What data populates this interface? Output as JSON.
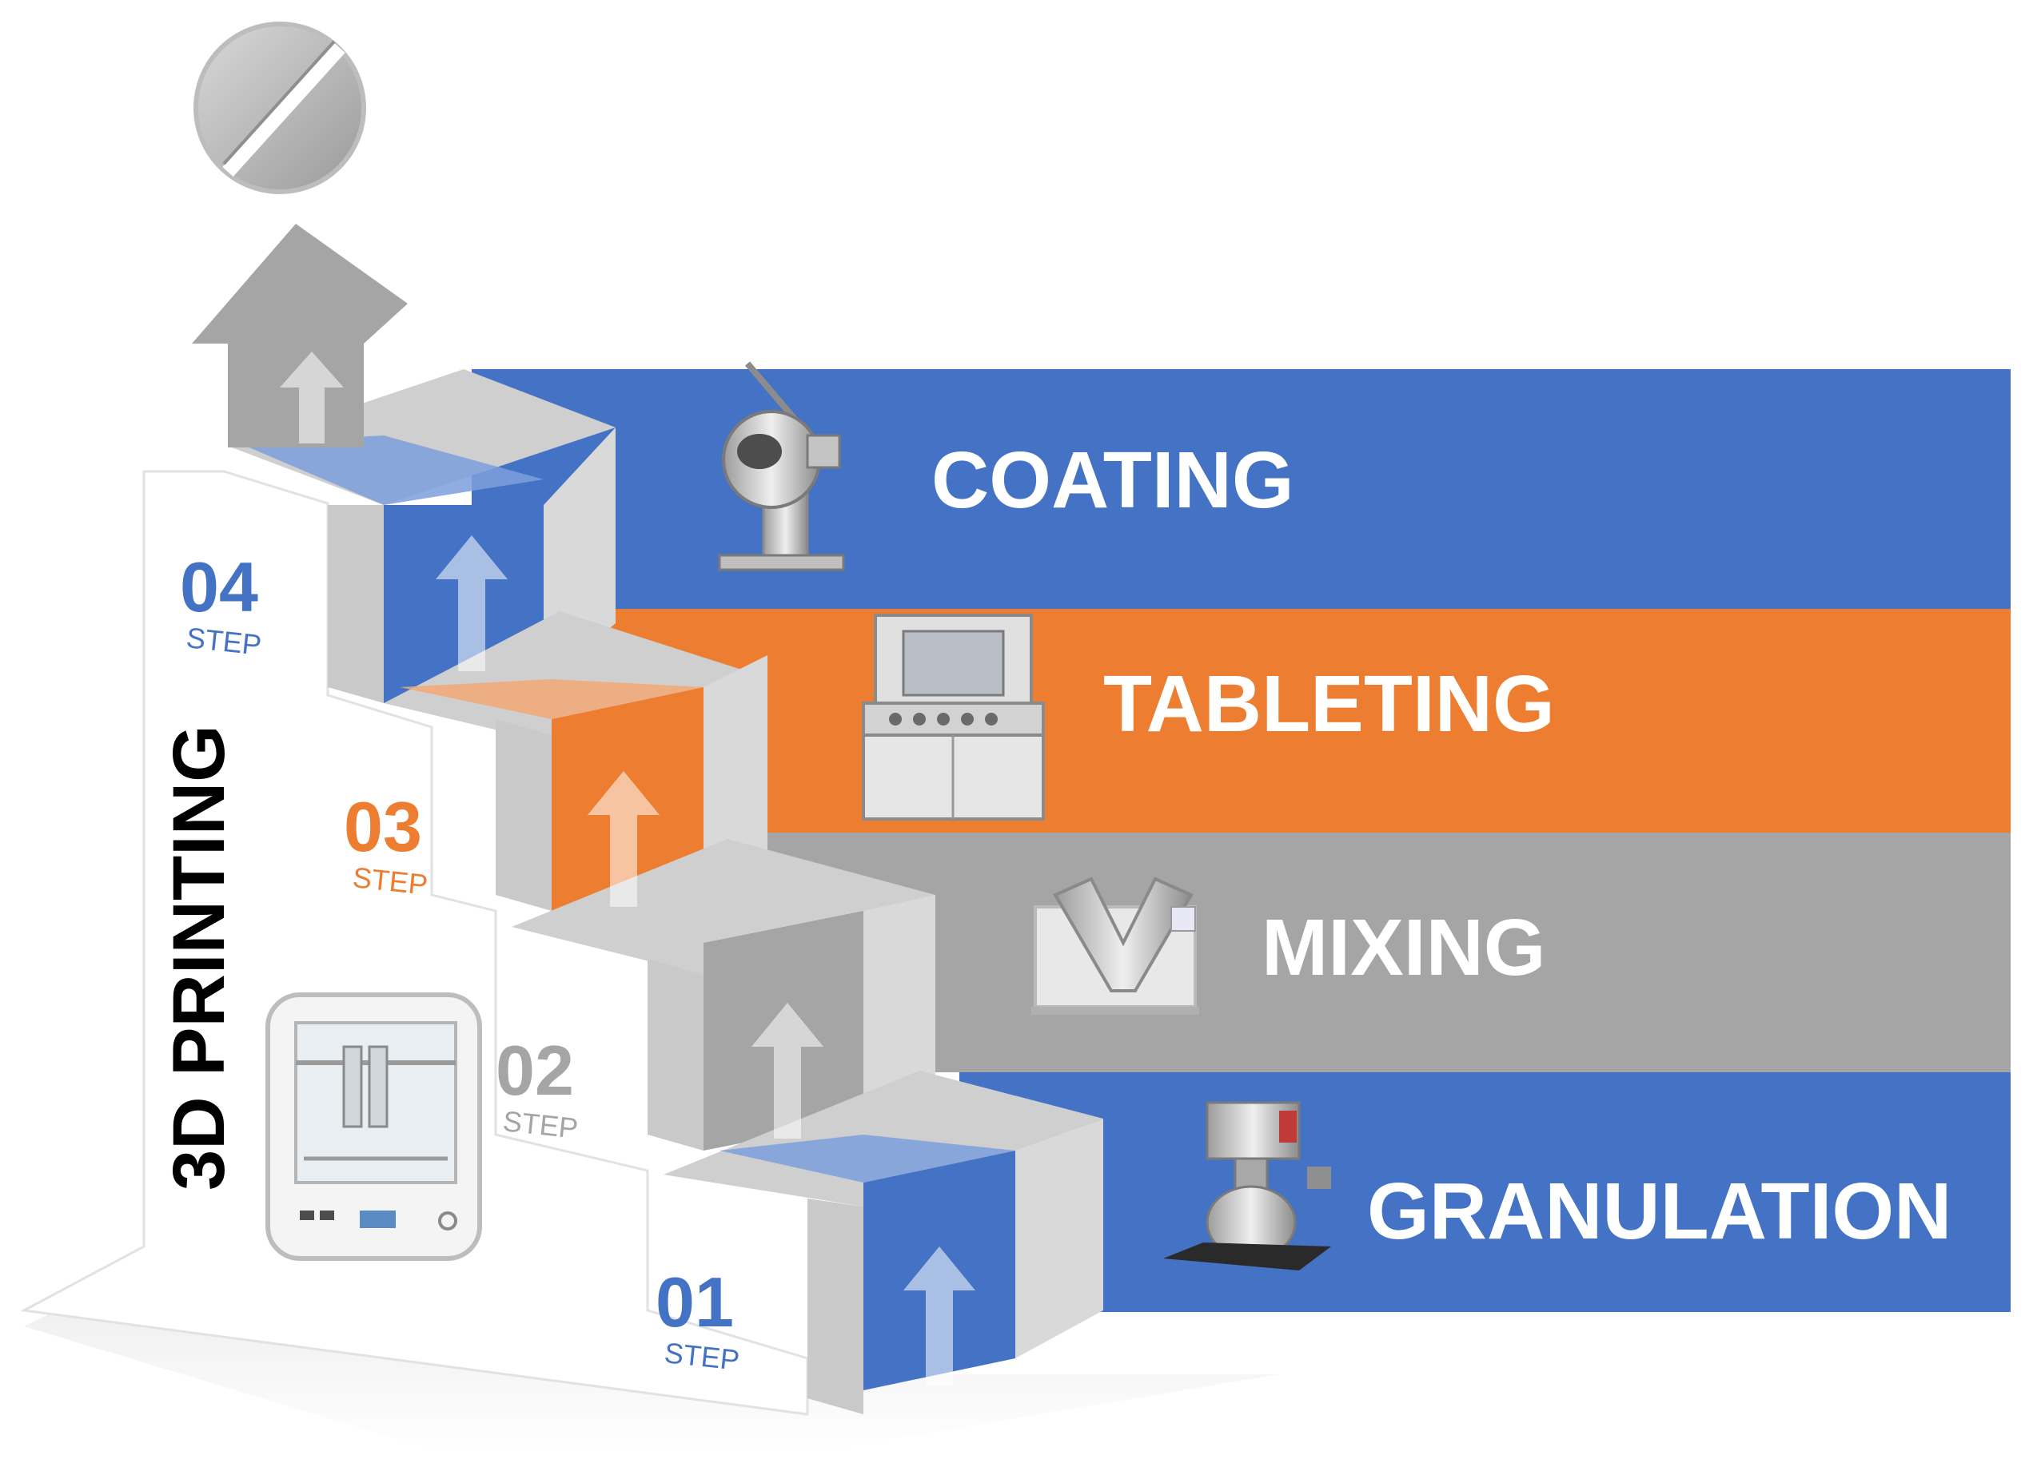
{
  "title": "3D PRINTING",
  "colors": {
    "blue": "#4472C4",
    "orange": "#ED7D31",
    "gray": "#A5A5A5",
    "white": "#FFFFFF"
  },
  "steps": [
    {
      "number": "01",
      "word": "STEP",
      "color": "#4472C4"
    },
    {
      "number": "02",
      "word": "STEP",
      "color": "#A5A5A5"
    },
    {
      "number": "03",
      "word": "STEP",
      "color": "#ED7D31"
    },
    {
      "number": "04",
      "word": "STEP",
      "color": "#4472C4"
    }
  ],
  "bands": [
    {
      "label": "COATING",
      "color": "#4472C4",
      "icon": "coating-pan-machine-icon"
    },
    {
      "label": "TABLETING",
      "color": "#ED7D31",
      "icon": "tablet-press-machine-icon"
    },
    {
      "label": "MIXING",
      "color": "#A5A5A5",
      "icon": "v-blender-machine-icon"
    },
    {
      "label": "GRANULATION",
      "color": "#4472C4",
      "icon": "granulator-machine-icon"
    }
  ],
  "icons": {
    "top": "tablet-pill-icon",
    "printer": "3d-printer-icon",
    "arrow": "up-arrow-icon"
  }
}
